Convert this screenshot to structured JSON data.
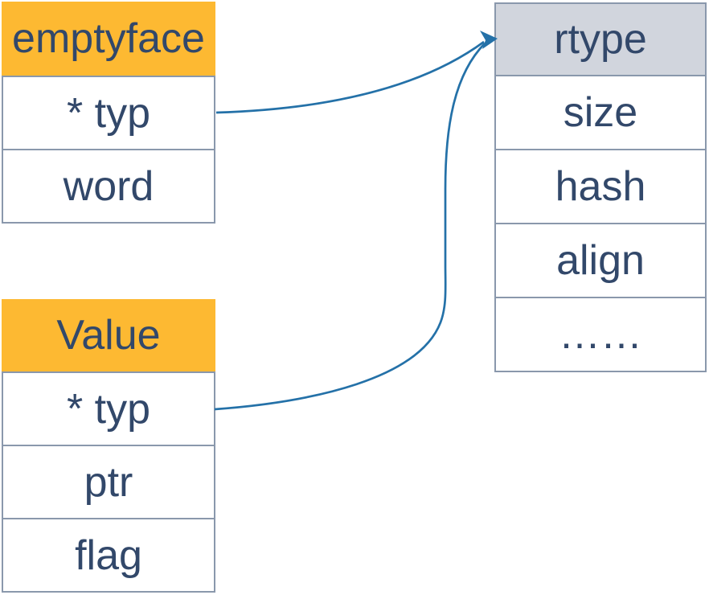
{
  "diagram": {
    "tables": [
      {
        "name": "emptyface",
        "header": "emptyface",
        "header_style": "orange",
        "rows": [
          "* typ",
          "word"
        ]
      },
      {
        "name": "Value",
        "header": "Value",
        "header_style": "orange",
        "rows": [
          "* typ",
          "ptr",
          "flag"
        ]
      },
      {
        "name": "rtype",
        "header": "rtype",
        "header_style": "gray",
        "rows": [
          "size",
          "hash",
          "align",
          "……"
        ]
      }
    ],
    "arrows": [
      {
        "from": "emptyface.* typ",
        "to": "rtype"
      },
      {
        "from": "Value.* typ",
        "to": "rtype"
      }
    ],
    "colors": {
      "struct_header_bg": "#FDB932",
      "type_header_bg": "#D1D5DD",
      "cell_border": "#8A98AC",
      "text": "#32486A",
      "arrow": "#2471A8",
      "background": "#FFFFFF"
    }
  }
}
